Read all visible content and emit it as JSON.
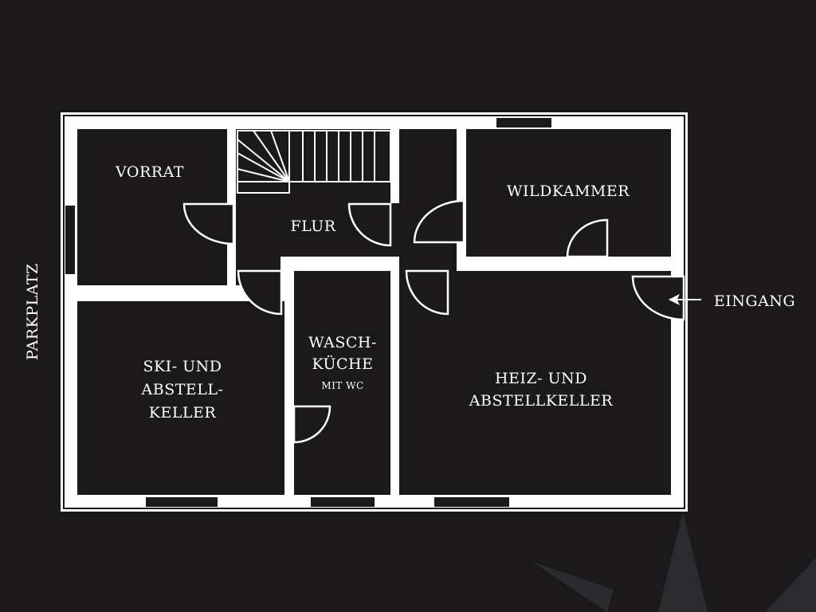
{
  "colors": {
    "background": "#1b191a",
    "walls": "#ffffff",
    "floor": "#1b191a",
    "compass": "#2b2a2e"
  },
  "labels": {
    "parkplatz": "PARKPLATZ",
    "vorrat": "VORRAT",
    "flur": "FLUR",
    "wildkammer": "WILDKAMMER",
    "eingang": "EINGANG",
    "ski_line1": "SKI- UND",
    "ski_line2": "ABSTELL-",
    "ski_line3": "KELLER",
    "wasch_line1": "WASCH-",
    "wasch_line2": "KÜCHE",
    "wasch_sub": "MIT WC",
    "heiz_line1": "HEIZ- UND",
    "heiz_line2": "ABSTELLKELLER"
  },
  "icons": {
    "entrance_arrow": "arrow-left-icon",
    "compass": "compass-star-icon"
  }
}
